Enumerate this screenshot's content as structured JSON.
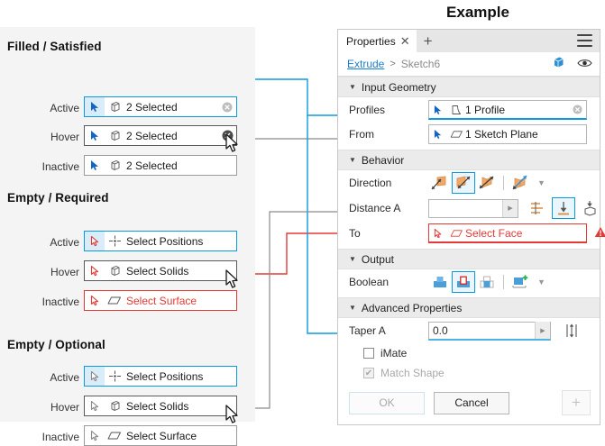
{
  "example_title": "Example",
  "spec": {
    "groups": [
      {
        "title": "Filled / Satisfied",
        "rows": [
          {
            "state": "Active",
            "text": "2 Selected",
            "cursor": "arrow-solid-blue",
            "geom": "solid-icon",
            "clear": true
          },
          {
            "state": "Hover",
            "text": "2 Selected",
            "cursor": "arrow-solid-blue",
            "geom": "solid-icon",
            "clear": true
          },
          {
            "state": "Inactive",
            "text": "2 Selected",
            "cursor": "arrow-solid-blue",
            "geom": "solid-icon",
            "clear": false
          }
        ]
      },
      {
        "title": "Empty / Required",
        "rows": [
          {
            "state": "Active",
            "text": "Select Positions",
            "cursor": "arrow-outline-red",
            "geom": "point-icon",
            "clear": false
          },
          {
            "state": "Hover",
            "text": "Select Solids",
            "cursor": "arrow-outline-red",
            "geom": "solid-icon",
            "clear": false
          },
          {
            "state": "Inactive",
            "text": "Select Surface",
            "cursor": "arrow-outline-red",
            "geom": "surface-icon",
            "clear": false
          }
        ]
      },
      {
        "title": "Empty / Optional",
        "rows": [
          {
            "state": "Active",
            "text": "Select Positions",
            "cursor": "arrow-outline-gray",
            "geom": "point-icon",
            "clear": false
          },
          {
            "state": "Hover",
            "text": "Select Solids",
            "cursor": "arrow-outline-gray",
            "geom": "solid-icon",
            "clear": false
          },
          {
            "state": "Inactive",
            "text": "Select Surface",
            "cursor": "arrow-outline-gray",
            "geom": "surface-icon",
            "clear": false
          }
        ]
      }
    ]
  },
  "properties": {
    "tab": {
      "label": "Properties",
      "close_icon": "close-icon",
      "add_icon": "plus-icon",
      "menu_icon": "hamburger-icon"
    },
    "breadcrumb": {
      "primary": "Extrude",
      "separator": ">",
      "secondary": "Sketch6",
      "solid_icon": "solid-cube-icon",
      "visibility_icon": "eye-icon"
    },
    "sections": {
      "input_geometry": {
        "title": "Input Geometry",
        "profiles_label": "Profiles",
        "profiles_value": "1 Profile",
        "from_label": "From",
        "from_value": "1 Sketch Plane"
      },
      "behavior": {
        "title": "Behavior",
        "direction_label": "Direction",
        "direction_options": [
          "direction-default-icon",
          "direction-flipped-icon",
          "direction-symmetric-icon",
          "direction-asymmetric-icon"
        ],
        "direction_selected_index": 1,
        "distance_label": "Distance A",
        "distance_value": "",
        "distance_option_icons": [
          "measure-icon",
          "to-extent-icon",
          "to-next-icon"
        ],
        "distance_selected_index": 1,
        "to_label": "To",
        "to_value": "Select Face",
        "to_warning_icon": "warning-icon"
      },
      "output": {
        "title": "Output",
        "boolean_label": "Boolean",
        "boolean_options": [
          "join-icon",
          "cut-icon",
          "intersect-icon",
          "new-solid-icon"
        ],
        "boolean_selected_index": 1
      },
      "advanced": {
        "title": "Advanced Properties",
        "taper_label": "Taper A",
        "taper_value": "0.0",
        "taper_side_icon": "taper-direction-icon",
        "imate_label": "iMate",
        "imate_checked": false,
        "match_shape_label": "Match Shape",
        "match_shape_checked": true,
        "match_shape_disabled": true
      }
    },
    "footer": {
      "ok_label": "OK",
      "cancel_label": "Cancel",
      "add_icon": "plus-icon"
    }
  },
  "colors": {
    "accent_blue": "#0a9ae0",
    "error_red": "#e53935",
    "link_blue": "#1a7fd4",
    "panel_bg": "#f4f4f4"
  }
}
